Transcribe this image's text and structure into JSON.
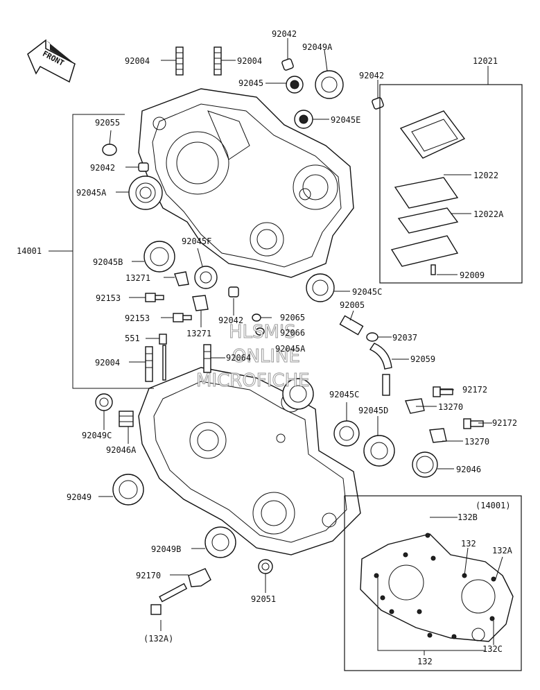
{
  "watermark": {
    "line1": "HLSM'S",
    "line2": "ONLINE",
    "line3": "MICROFICHE"
  },
  "front_arrow": {
    "label": "FRONT"
  },
  "labels": {
    "l92004a": "92004",
    "l92004b": "92004",
    "l92042a": "92042",
    "l92049a_top": "92049A",
    "l92045": "92045",
    "l92042b": "92042",
    "l12021": "12021",
    "l92055": "92055",
    "l92045e": "92045E",
    "l92042c": "92042",
    "l92045a": "92045A",
    "l12022": "12022",
    "l12022a": "12022A",
    "l14001": "14001",
    "l92045f": "92045F",
    "l92045b": "92045B",
    "l92009": "92009",
    "l13271a": "13271",
    "l92045c_right": "92045C",
    "l92153a": "92153",
    "l92005": "92005",
    "l92042d": "92042",
    "l92065": "92065",
    "l92153b": "92153",
    "l13271b": "13271",
    "l92066": "92066",
    "l92037": "92037",
    "l551": "551",
    "l92045a_mid": "92045A",
    "l92004c": "92004",
    "l92064": "92064",
    "l92059": "92059",
    "l92172a": "92172",
    "l92045c_mid": "92045C",
    "l13270a": "13270",
    "l92049c": "92049C",
    "l92045d": "92045D",
    "l92172b": "92172",
    "l92046a": "92046A",
    "l13270b": "13270",
    "l92046": "92046",
    "l14001_paren": "(14001)",
    "l92049": "92049",
    "l132b": "132B",
    "l132": "132",
    "l132a": "132A",
    "l92049b": "92049B",
    "l92170": "92170",
    "l92051": "92051",
    "l132c": "132C",
    "l132_bottom": "132",
    "l132a_paren": "(132A)"
  }
}
